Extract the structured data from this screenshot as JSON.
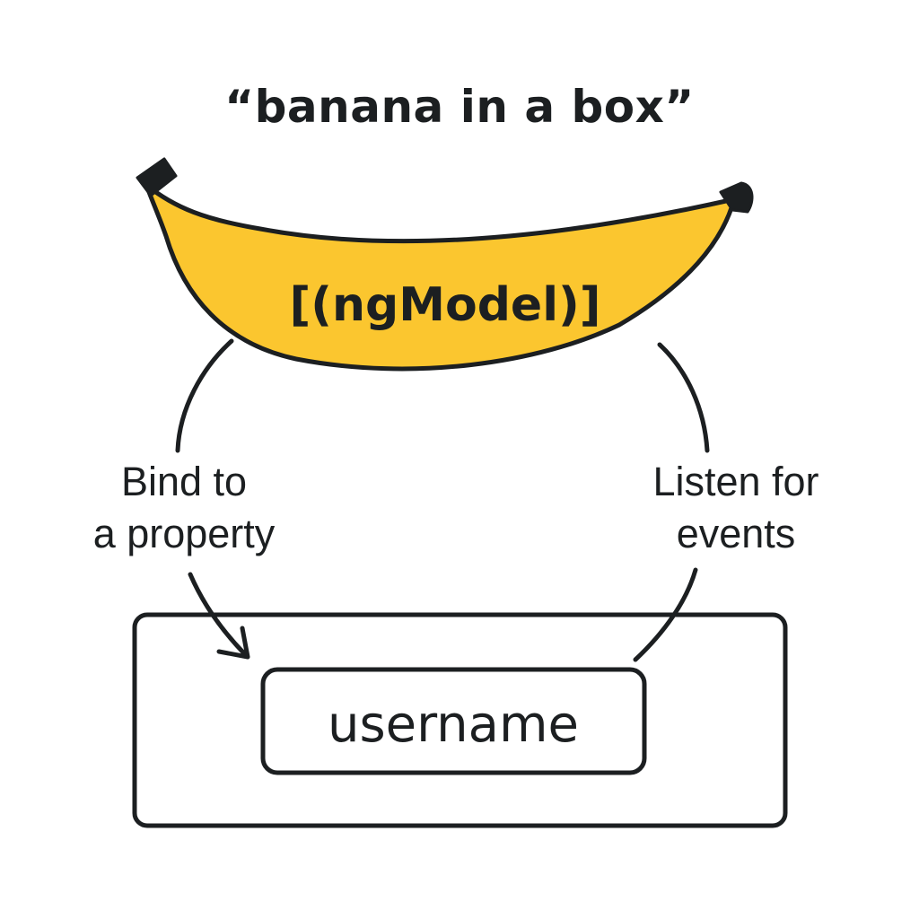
{
  "title": "“banana in a box”",
  "banana": {
    "label": "[(ngModel)]",
    "fill_color": "#fbc62f",
    "outline_color": "#1c1f21"
  },
  "left_arrow": {
    "line1": "Bind to",
    "line2": "a property"
  },
  "right_arrow": {
    "line1": "Listen for",
    "line2": "events"
  },
  "input": {
    "value": "username"
  }
}
